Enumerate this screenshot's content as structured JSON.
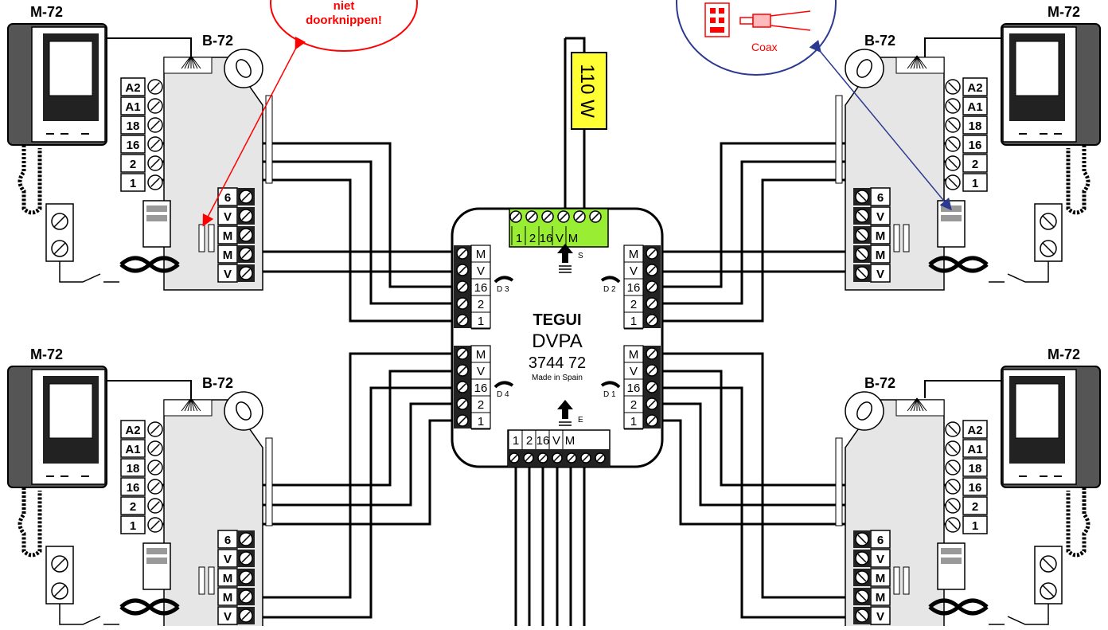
{
  "hub": {
    "brand": "TEGUI",
    "model": "DVPA",
    "code": "3744 72",
    "origin": "Made in Spain",
    "arrow_s": "S",
    "arrow_e": "E",
    "port_d1": "D 1",
    "port_d2": "D 2",
    "port_d3": "D 3",
    "port_d4": "D 4",
    "top_terms": [
      "1",
      "2",
      "16",
      "V",
      "M"
    ],
    "bottom_terms": [
      "1",
      "2",
      "16",
      "V",
      "M"
    ],
    "side_terms": [
      "M",
      "V",
      "16",
      "2",
      "1"
    ]
  },
  "power_label": "110 W",
  "monitor_label": "M-72",
  "base_label": "B-72",
  "base_terms_top": [
    "A2",
    "A1",
    "18",
    "16",
    "2",
    "1"
  ],
  "base_terms_bottom": [
    "6",
    "V",
    "M",
    "M",
    "V"
  ],
  "callout_left": {
    "line1": "niet",
    "line2": "doorknippen!"
  },
  "callout_right": {
    "label": "Coax"
  },
  "colors": {
    "callout_red": "#ff0000",
    "callout_blue": "#2b3990",
    "power_yellow": "#ffff33",
    "terminal_green": "#99ee33"
  }
}
